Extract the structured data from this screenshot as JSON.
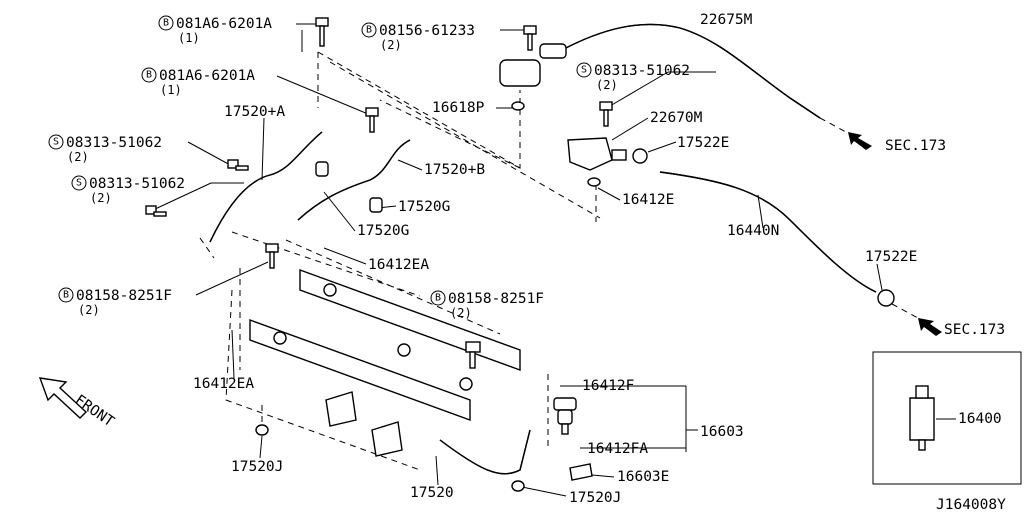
{
  "diagram_id": "J164008Y",
  "front_label": "FRONT",
  "sec_arrows": [
    "SEC.173",
    "SEC.173"
  ],
  "callouts": [
    {
      "prefix": "B",
      "code": "081A6-6201A",
      "qty": "(1)"
    },
    {
      "prefix": "B",
      "code": "081A6-6201A",
      "qty": "(1)"
    },
    {
      "prefix": "B",
      "code": "08156-61233",
      "qty": "(2)"
    },
    {
      "prefix": "S",
      "code": "08313-51062",
      "qty": "(2)"
    },
    {
      "prefix": "S",
      "code": "08313-51062",
      "qty": "(2)"
    },
    {
      "prefix": "S",
      "code": "08313-51062",
      "qty": "(2)"
    },
    {
      "prefix": "B",
      "code": "08158-8251F",
      "qty": "(2)"
    },
    {
      "prefix": "B",
      "code": "08158-8251F",
      "qty": "(2)"
    }
  ],
  "part_labels": [
    "22675M",
    "16618P",
    "22670M",
    "17522E",
    "16412E",
    "16440N",
    "17522E",
    "17520+A",
    "17520+B",
    "17520G",
    "17520G",
    "16412EA",
    "16412EA",
    "17520J",
    "17520",
    "17520J",
    "16412F",
    "16412FA",
    "16603",
    "16603E",
    "16400"
  ]
}
